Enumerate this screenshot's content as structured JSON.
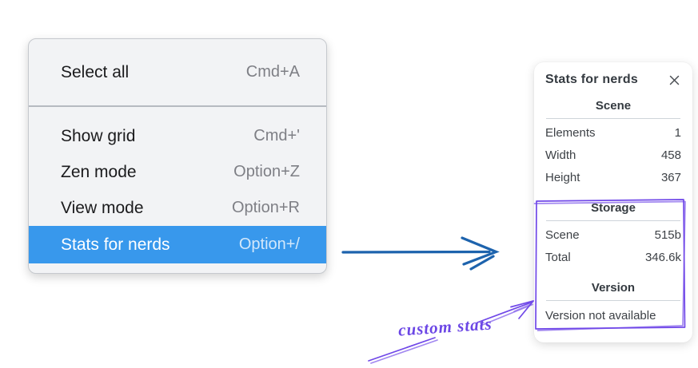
{
  "menu": {
    "items": [
      {
        "label": "Select all",
        "shortcut": "Cmd+A"
      },
      {
        "label": "Show grid",
        "shortcut": "Cmd+'"
      },
      {
        "label": "Zen mode",
        "shortcut": "Option+Z"
      },
      {
        "label": "View mode",
        "shortcut": "Option+R"
      },
      {
        "label": "Stats for nerds",
        "shortcut": "Option+/"
      }
    ],
    "highlighted_item": "Stats for nerds"
  },
  "stats_panel": {
    "title": "Stats for nerds",
    "scene_section": {
      "heading": "Scene",
      "rows": [
        {
          "label": "Elements",
          "value": "1"
        },
        {
          "label": "Width",
          "value": "458"
        },
        {
          "label": "Height",
          "value": "367"
        }
      ]
    },
    "storage_section": {
      "heading": "Storage",
      "rows": [
        {
          "label": "Scene",
          "value": "515b"
        },
        {
          "label": "Total",
          "value": "346.6k"
        }
      ]
    },
    "version_section": {
      "heading": "Version",
      "note": "Version not available"
    }
  },
  "annotation": {
    "label": "custom stats"
  },
  "colors": {
    "menu_highlight": "#3898ec",
    "blue_arrow": "#1d63ad",
    "annotation_purple": "#7048e8"
  }
}
